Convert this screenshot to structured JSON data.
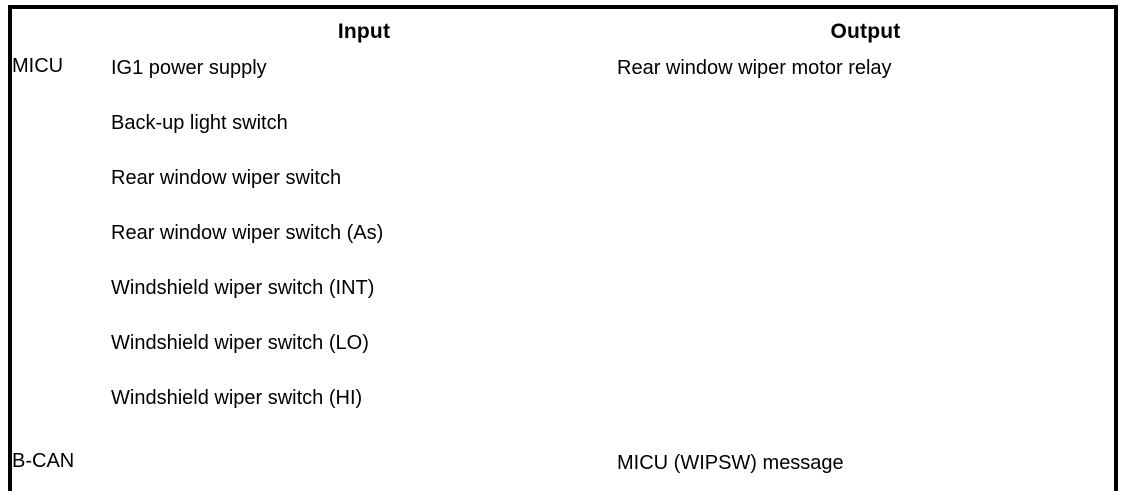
{
  "table": {
    "columns": [
      {
        "key": "module",
        "label": ""
      },
      {
        "key": "input",
        "label": "Input"
      },
      {
        "key": "output",
        "label": "Output"
      }
    ],
    "headers": {
      "module": "",
      "input": "Input",
      "output": "Output"
    },
    "rows": [
      {
        "module": "MICU",
        "inputs": [
          "IG1 power supply",
          "Back-up light switch",
          "Rear window wiper switch",
          "Rear window wiper switch (As)",
          "Windshield wiper switch (INT)",
          "Windshield wiper switch (LO)",
          "Windshield wiper switch (HI)"
        ],
        "outputs": [
          "Rear window wiper motor relay"
        ]
      },
      {
        "module": "B-CAN",
        "inputs": [],
        "outputs": [
          "MICU (WIPSW) message"
        ]
      }
    ]
  },
  "style": {
    "border_color": "#000000",
    "text_color": "#000000",
    "background": "#ffffff"
  }
}
